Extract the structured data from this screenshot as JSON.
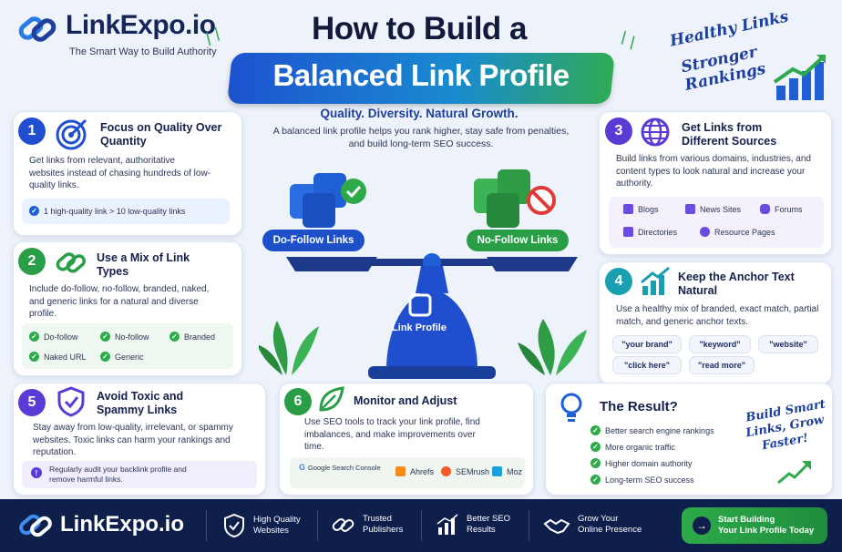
{
  "brand": {
    "name": "LinkExpo.io",
    "tagline": "The Smart Way to Build Authority"
  },
  "hero": {
    "title_line1": "How to Build a",
    "title_line2": "Balanced Link Profile",
    "subtitle": "Quality. Diversity. Natural Growth.",
    "description": "A balanced link profile helps you rank higher, stay safe from penalties, and build long-term SEO success."
  },
  "corner": {
    "line1": "Healthy Links",
    "line2": "Stronger Rankings"
  },
  "scale": {
    "left_label": "Do-Follow Links",
    "right_label": "No-Follow Links",
    "center_label": "Link Profile"
  },
  "cards": {
    "c1": {
      "num": "1",
      "title": "Focus on Quality Over Quantity",
      "body": "Get links from relevant, authoritative websites instead of chasing hundreds of low-quality links.",
      "note": "1 high-quality link > 10 low-quality links"
    },
    "c2": {
      "num": "2",
      "title": "Use a Mix of Link Types",
      "body": "Include do-follow, no-follow, branded, naked, and generic links for a natural and diverse profile.",
      "tags": [
        "Do-follow",
        "No-follow",
        "Branded",
        "Naked URL",
        "Generic"
      ]
    },
    "c3": {
      "num": "3",
      "title": "Get Links from Different Sources",
      "body": "Build links from various domains, industries, and content types to look natural and increase your authority.",
      "sources": [
        "Blogs",
        "News Sites",
        "Forums",
        "Directories",
        "Resource Pages"
      ]
    },
    "c4": {
      "num": "4",
      "title": "Keep the Anchor Text Natural",
      "body": "Use a healthy mix of branded, exact match, partial match, and generic anchor texts.",
      "anchors": [
        "\"your brand\"",
        "\"keyword\"",
        "\"website\"",
        "\"click here\"",
        "\"read more\""
      ]
    },
    "c5": {
      "num": "5",
      "title": "Avoid Toxic and Spammy Links",
      "body": "Stay away from low-quality, irrelevant, or spammy websites. Toxic links can harm your rankings and reputation.",
      "note": "Regularly audit your backlink profile and remove harmful links."
    },
    "c6": {
      "num": "6",
      "title": "Monitor and Adjust",
      "body": "Use SEO tools to track your link profile, find imbalances, and make improvements over time.",
      "tools": [
        "Google Search Console",
        "Ahrefs",
        "SEMrush",
        "Moz"
      ]
    },
    "result": {
      "title": "The Result?",
      "items": [
        "Better search engine rankings",
        "More organic traffic",
        "Higher domain authority",
        "Long-term SEO success"
      ],
      "script1": "Build Smart",
      "script2": "Links, Grow",
      "script3": "Faster!"
    }
  },
  "footer": {
    "brand": "LinkExpo.io",
    "items": [
      {
        "l1": "High Quality",
        "l2": "Websites"
      },
      {
        "l1": "Trusted",
        "l2": "Publishers"
      },
      {
        "l1": "Better SEO",
        "l2": "Results"
      },
      {
        "l1": "Grow Your",
        "l2": "Online Presence"
      }
    ],
    "cta1": "Start Building",
    "cta2": "Your Link Profile Today"
  },
  "colors": {
    "navy": "#0f1f4b",
    "blue": "#1f5fd6",
    "green": "#2eaa4a",
    "purple": "#5b3bd6",
    "teal": "#1a9fb0"
  }
}
